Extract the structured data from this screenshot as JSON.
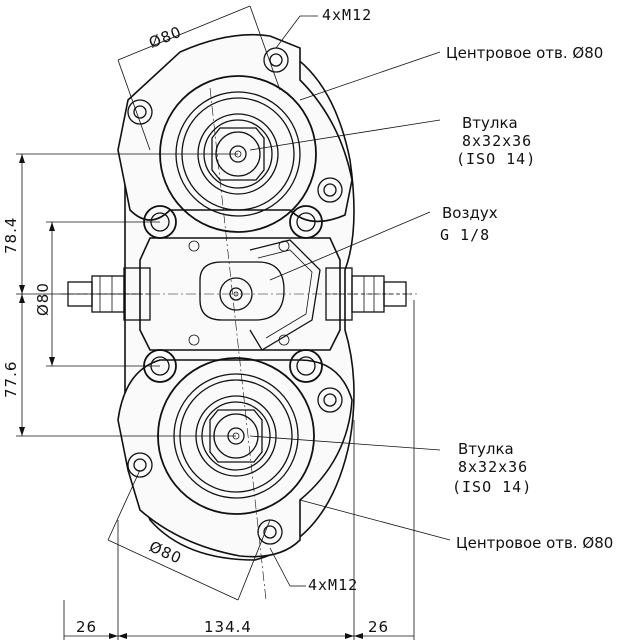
{
  "labels": {
    "bolt_top": "4xM12",
    "bolt_bottom": "4xM12",
    "dia_top": "Ø80",
    "dia_bottom": "Ø80",
    "dia_left": "Ø80",
    "center_hole_top": "Центровое отв. Ø80",
    "center_hole_bottom": "Центровое отв. Ø80",
    "bushing_top_title": "Втулка",
    "bushing_top_spec": "8x32x36",
    "bushing_top_std": "(ISO 14)",
    "bushing_bottom_title": "Втулка",
    "bushing_bottom_spec": "8x32x36",
    "bushing_bottom_std": "(ISO 14)",
    "air_title": "Воздух",
    "air_spec": "G 1/8"
  },
  "dimensions": {
    "upper_vertical": "78.4",
    "lower_vertical": "77.6",
    "left_width": "26",
    "center_width": "134.4",
    "right_width": "26"
  }
}
